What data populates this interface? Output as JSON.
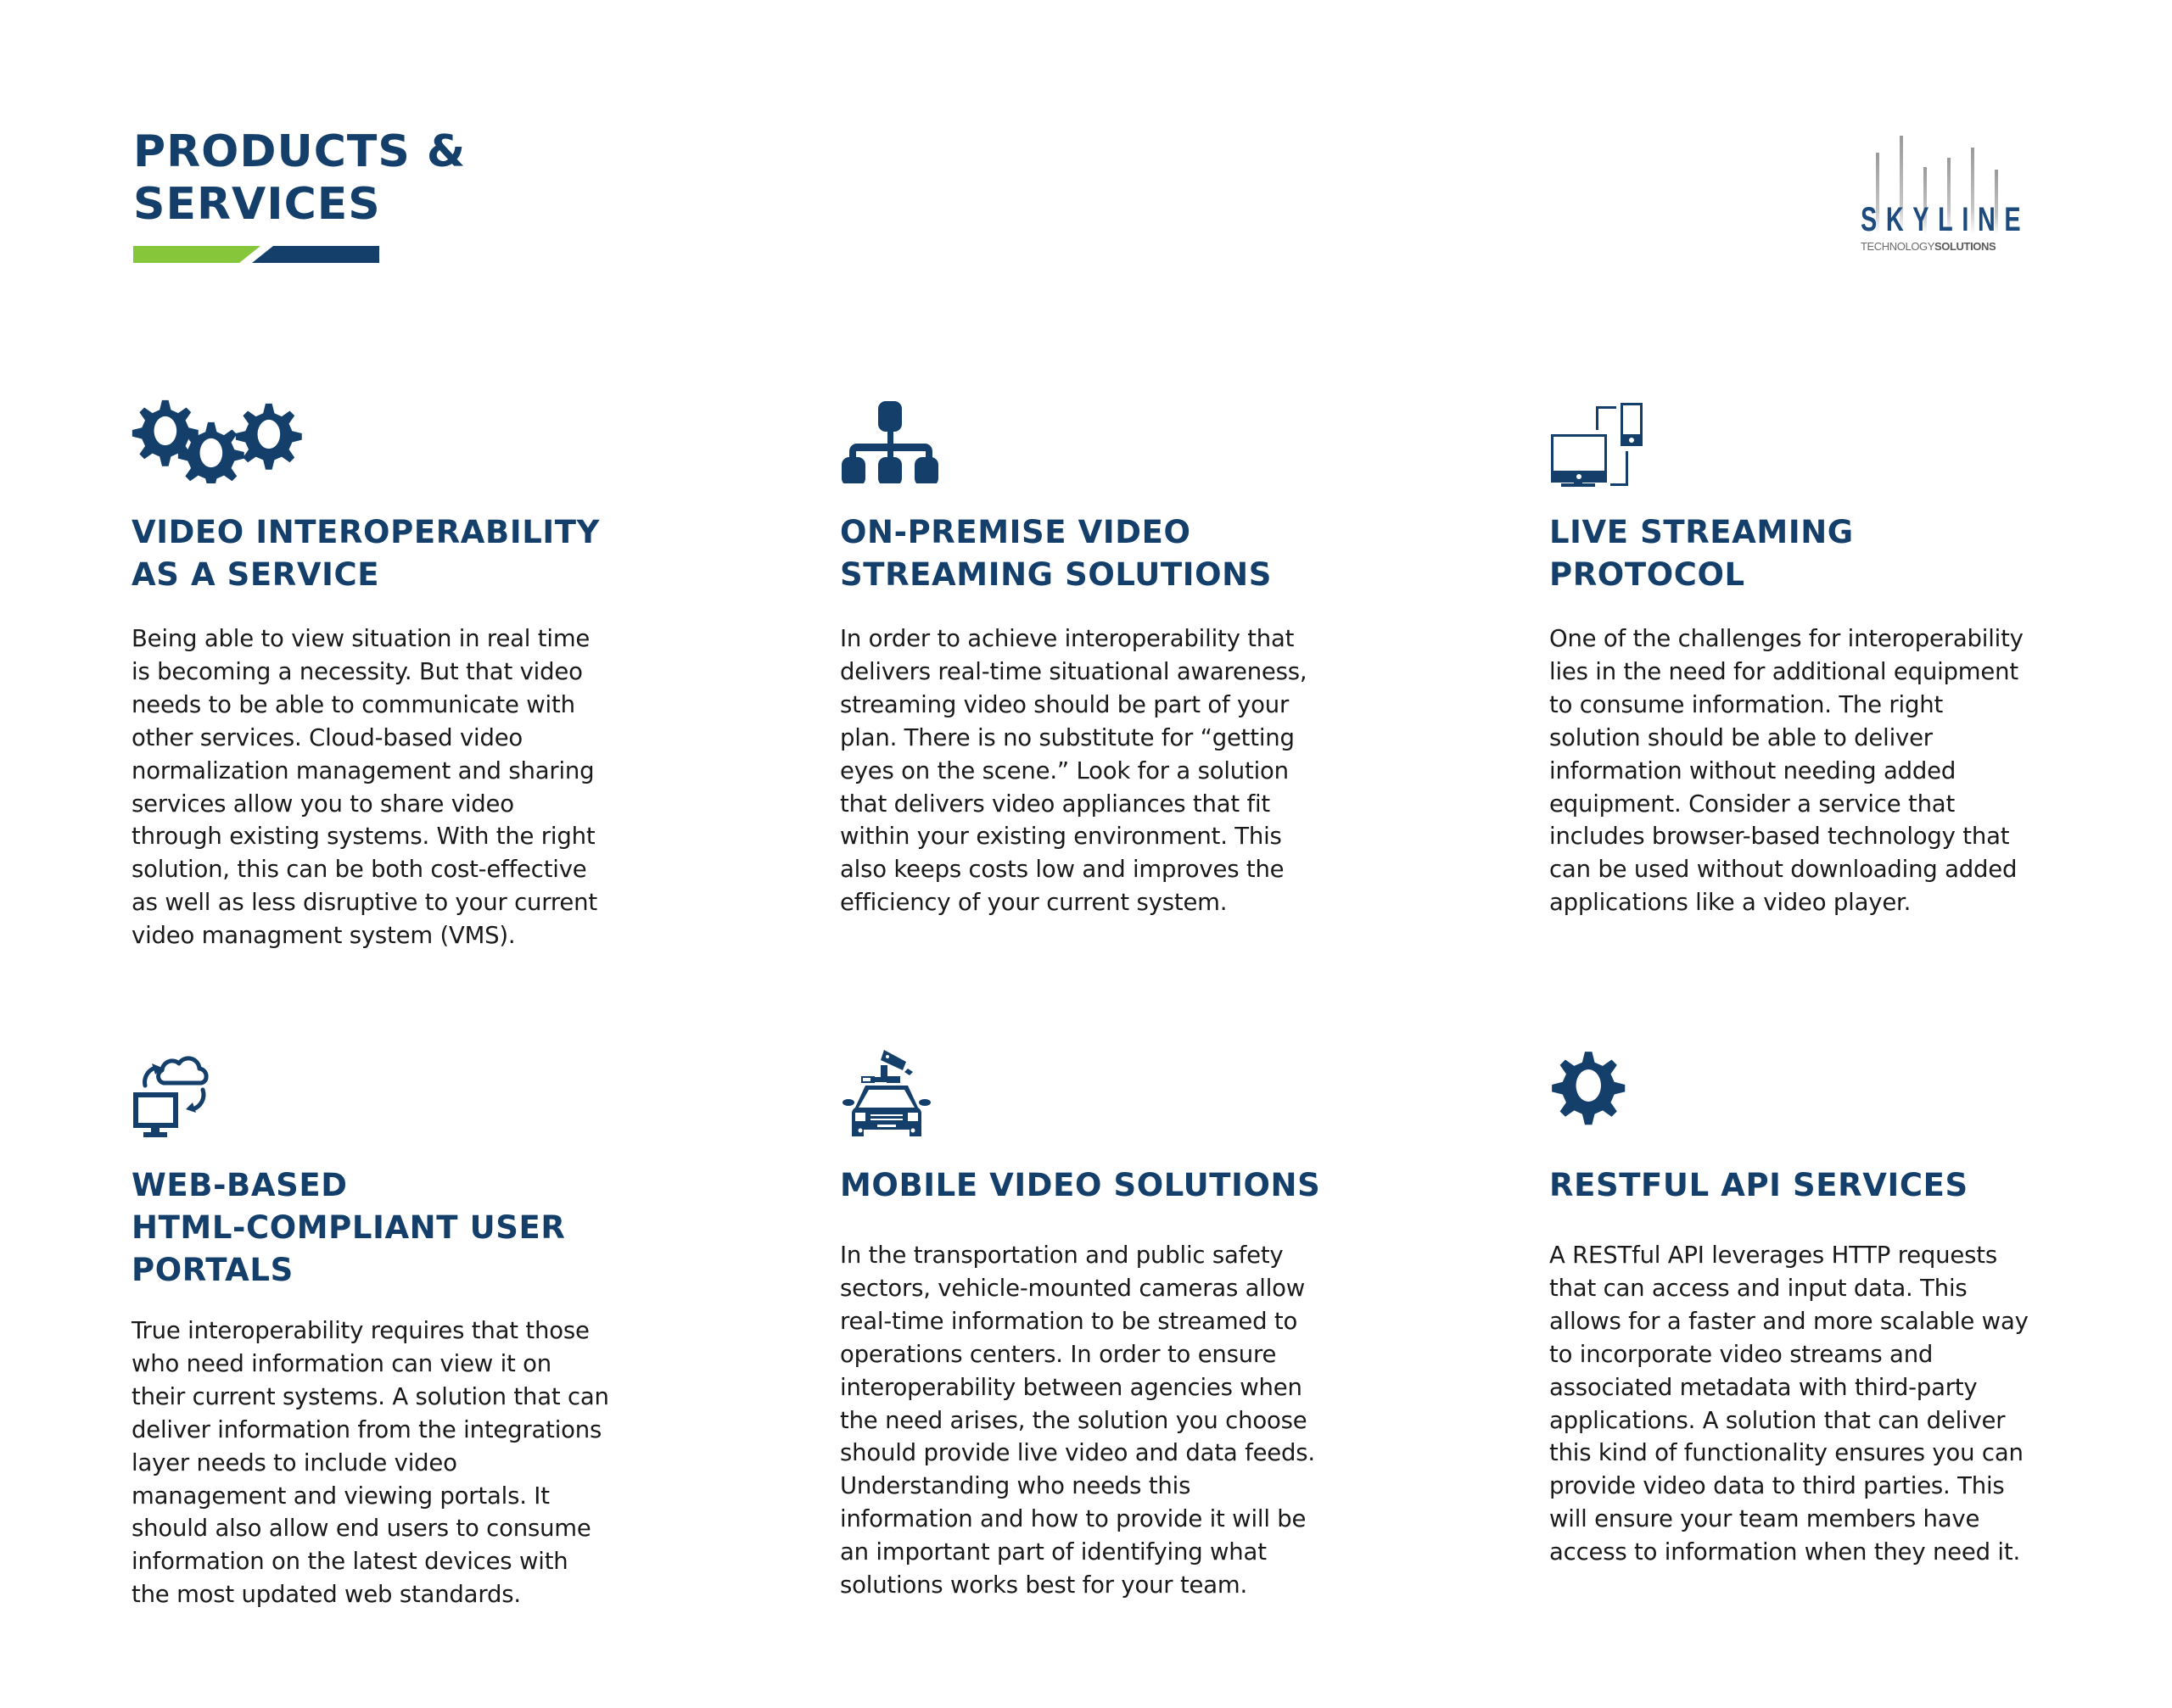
{
  "header": {
    "title_lines": [
      "PRODUCTS &",
      "SERVICES"
    ],
    "accent_colors": {
      "green": "#86c63b",
      "navy": "#143f6b"
    }
  },
  "logo": {
    "word": [
      "S",
      "K",
      "Y",
      "L",
      "I",
      "N",
      "E"
    ],
    "sub_light": "TECHNOLOGY",
    "sub_bold": "SOLUTIONS"
  },
  "cards": [
    {
      "icon": "gears-icon",
      "title_lines": [
        "VIDEO INTEROPERABILITY",
        "AS A SERVICE"
      ],
      "body_lines": [
        "Being able to view situation in real time",
        "is becoming a necessity. But that video",
        "needs to be able to communicate with",
        "other services. Cloud-based video",
        "normalization management and sharing",
        "services allow you to share video",
        "through existing systems. With the right",
        "solution, this can be both cost-effective",
        "as well as less disruptive to your current",
        "video managment system (VMS)."
      ]
    },
    {
      "icon": "network-hierarchy-icon",
      "title_lines": [
        "ON-PREMISE VIDEO",
        "STREAMING SOLUTIONS"
      ],
      "body_lines": [
        "In order to achieve interoperability that",
        "delivers real-time situational awareness,",
        "streaming video should be part of your",
        "plan. There is no substitute for “getting",
        "eyes on the scene.” Look for a solution",
        "that delivers video appliances that fit",
        "within your existing environment. This",
        "also keeps costs low and improves the",
        "efficiency of your current system."
      ]
    },
    {
      "icon": "monitor-phone-sync-icon",
      "title_lines": [
        "LIVE STREAMING",
        "PROTOCOL"
      ],
      "body_lines": [
        "One of the challenges for interoperability",
        "lies in the need for additional equipment",
        "to consume information. The right",
        "solution should be able to deliver",
        "information without needing added",
        "equipment. Consider a service that",
        "includes browser-based technology that",
        "can be used without downloading added",
        "applications like a video player."
      ]
    },
    {
      "icon": "cloud-monitor-sync-icon",
      "title_lines": [
        "WEB-BASED",
        "HTML-COMPLIANT USER",
        "PORTALS"
      ],
      "body_lines": [
        "True interoperability requires that those",
        "who need information can view it on",
        "their current systems. A solution that can",
        "deliver information from the integrations",
        "layer needs to include video",
        "management and viewing portals. It",
        "should also allow end users to consume",
        "information on the latest devices with",
        "the most updated web standards."
      ]
    },
    {
      "icon": "police-car-camera-icon",
      "title_lines": [
        "MOBILE VIDEO SOLUTIONS"
      ],
      "body_lines": [
        "In the transportation and public safety",
        "sectors, vehicle-mounted cameras allow",
        "real-time information to be streamed to",
        "operations centers. In order to ensure",
        "interoperability between agencies when",
        "the need arises, the solution you choose",
        "should provide live video and data feeds.",
        "Understanding who needs this",
        "information and how to provide it will be",
        "an important part of identifying what",
        "solutions works best for your team."
      ]
    },
    {
      "icon": "gear-icon",
      "title_lines": [
        "RESTFUL API SERVICES"
      ],
      "body_lines": [
        "A RESTful API leverages HTTP requests",
        "that can access and input data. This",
        "allows for a faster and more scalable way",
        "to incorporate video streams and",
        "associated metadata with third-party",
        "applications. A solution that can deliver",
        "this kind of functionality ensures you can",
        "provide video data to third parties. This",
        "will ensure your team members have",
        "access to information when they need it."
      ]
    }
  ]
}
